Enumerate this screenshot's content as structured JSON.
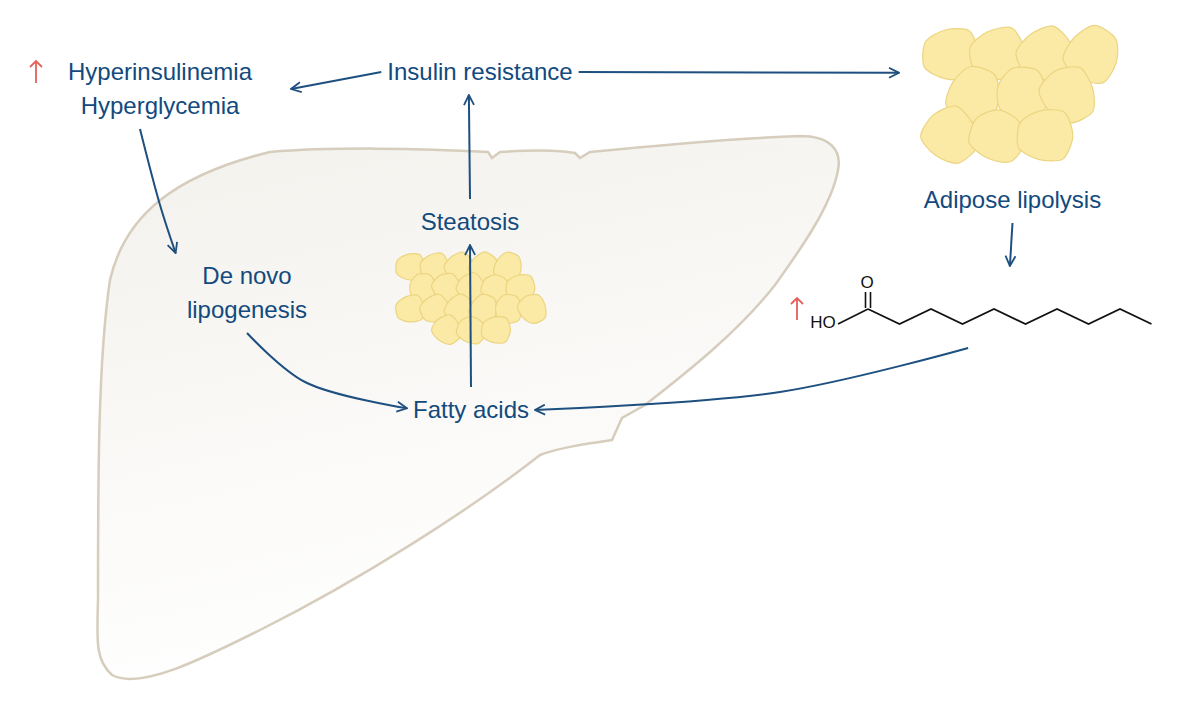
{
  "diagram": {
    "nodes": [
      {
        "text": [
          "Hyperinsulinemia Hyperglycemia"
        ]
      },
      {
        "text": [
          "Insulin resistance"
        ]
      },
      {
        "text": [
          "Steatosis"
        ]
      },
      {
        "text": [
          "De novo lipogenesis"
        ]
      },
      {
        "text": [
          "Fatty acids"
        ]
      },
      {
        "text": [
          "Adipose lipolysis"
        ]
      },
      {
        "text": [
          "O",
          "HO"
        ]
      }
    ],
    "edges": [
      {
        "from": 1,
        "to": 0,
        "arrow": "to"
      },
      {
        "from": 1,
        "to": 5,
        "arrow": "to"
      },
      {
        "from": 0,
        "to": 3,
        "arrow": "to"
      },
      {
        "from": 3,
        "to": 4,
        "arrow": "to"
      },
      {
        "from": 2,
        "to": 1,
        "arrow": "to"
      },
      {
        "from": 4,
        "to": 2,
        "arrow": "to"
      },
      {
        "from": 5,
        "to": 6,
        "arrow": "to"
      },
      {
        "from": 6,
        "to": 4,
        "arrow": "to"
      }
    ]
  }
}
